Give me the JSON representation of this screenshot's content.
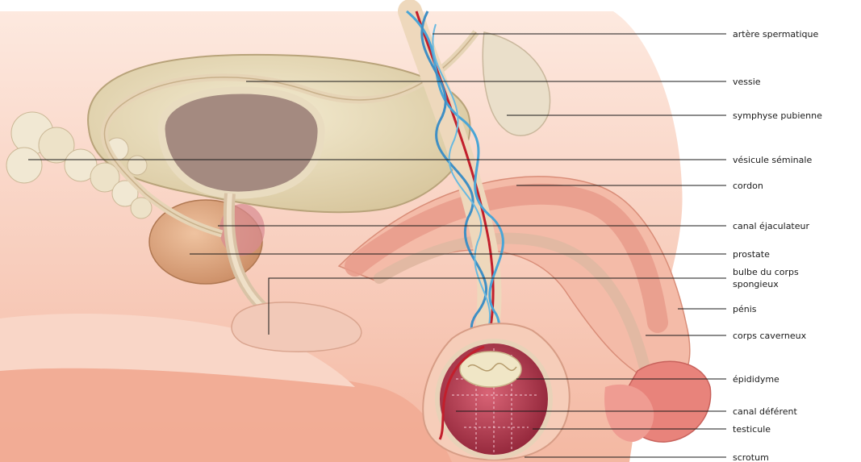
{
  "diagram": {
    "labels": {
      "artere_spermatique": "artère spermatique",
      "vessie": "vessie",
      "symphyse_pubienne": "symphyse pubienne",
      "vesicule_seminale": "vésicule séminale",
      "cordon": "cordon",
      "canal_ejaculateur": "canal éjaculateur",
      "prostate": "prostate",
      "bulbe_line1": "bulbe du corps",
      "bulbe_line2": "spongieux",
      "penis": "pénis",
      "corps_caverneux": "corps caverneux",
      "epididyme": "épididyme",
      "canal_deferent": "canal déférent",
      "testicule": "testicule",
      "scrotum": "scrotum"
    },
    "colors": {
      "skin": "#f6c7b4",
      "skin_light": "#fbe3d7",
      "bladder": "#e6d7b2",
      "bladder_inner": "#a48a80",
      "prostate": "#dba47e",
      "erectile_tissue": "#e8a59c",
      "glans": "#e8837b",
      "artery": "#c21f2c",
      "vein": "#4aa5d6",
      "testis": "#b03048",
      "leader_line": "#1a1a1a"
    }
  }
}
